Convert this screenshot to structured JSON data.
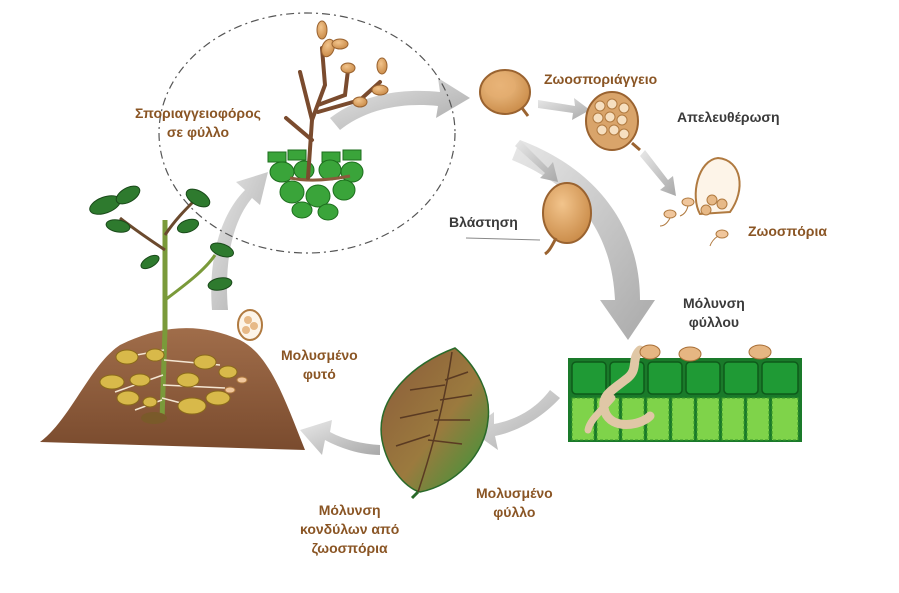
{
  "labels": {
    "sporangiophore": [
      "Σποριαγγειοφόρος",
      "σε φύλλο"
    ],
    "zoosporangium": "Ζωοσποριάγγειο",
    "release": "Απελευθέρωση",
    "germination": "Βλάστηση",
    "zoospores": "Ζωοσπόρια",
    "leaf_infection": [
      "Μόλυνση",
      "φύλλου"
    ],
    "infected_leaf": [
      "Μολυσμένο",
      "φύλλο"
    ],
    "tuber_infection": [
      "Μόλυνση",
      "κονδύλων από",
      "ζωοσπόρια"
    ],
    "infected_plant": [
      "Μολυσμένο",
      "φυτό"
    ]
  },
  "icons": [
    "sporangiophore-icon",
    "sporangium-icon",
    "zoosporangium-icon",
    "release-icon",
    "zoospore-icon",
    "germinating-sporangium-icon",
    "leaf-tissue-icon",
    "infected-leaf-icon",
    "potato-plant-icon",
    "cycle-arrow-icon"
  ],
  "colors": {
    "label_brown": "#8a5524",
    "label_dark": "#3a3a3a",
    "spore": "#d9a46a",
    "leaf_green": "#2e8b2e",
    "soil": "#8a5a3c"
  }
}
